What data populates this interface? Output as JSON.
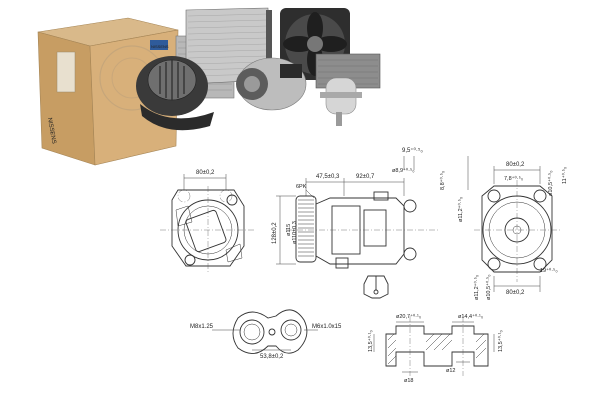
{
  "box": {
    "brand": "NISSENS",
    "side_text": "NISSENS"
  },
  "dims": {
    "d_80a": "80±0,2",
    "d_47": "47,5±0,3",
    "d_92": "92±0,7",
    "d_9_5": "9,5⁺⁰·⁵₀",
    "d_8_9": "ø8,9⁺⁰·⁵₀",
    "d_8_8": "8,8⁺⁰·⁵₀",
    "belt": "6PK",
    "d_115": "ø115",
    "d_110": "ø110±0,3",
    "d_128": "128±0,2",
    "d_80b": "80±0,2",
    "d_10_5a": "ø10,5⁺⁰·⁵₀",
    "d_7_8": "7,8⁺⁰·⁵₀",
    "d_11": "11⁺⁰·⁵₀",
    "d_11_2a": "ø11,2⁺⁰·⁵₀",
    "d_11_2b": "ø11,2⁺⁰·⁵₀",
    "d_10_5b": "ø10,5⁺⁰·⁵₀",
    "d_19": "19⁺⁰·⁵₀",
    "d_80c": "80±0,2",
    "thread_a": "M8x1.25",
    "thread_b": "M6x1.0x15",
    "d_53": "53,8±0,2",
    "d_20_7": "ø20,7⁺⁰·¹₀",
    "d_14_4": "ø14,4⁺⁰·¹₀",
    "d_13_5a": "13,5⁺⁰·¹₀",
    "d_13_5b": "13,5⁺⁰·¹₀",
    "d_18": "ø18",
    "d_12": "ø12"
  }
}
